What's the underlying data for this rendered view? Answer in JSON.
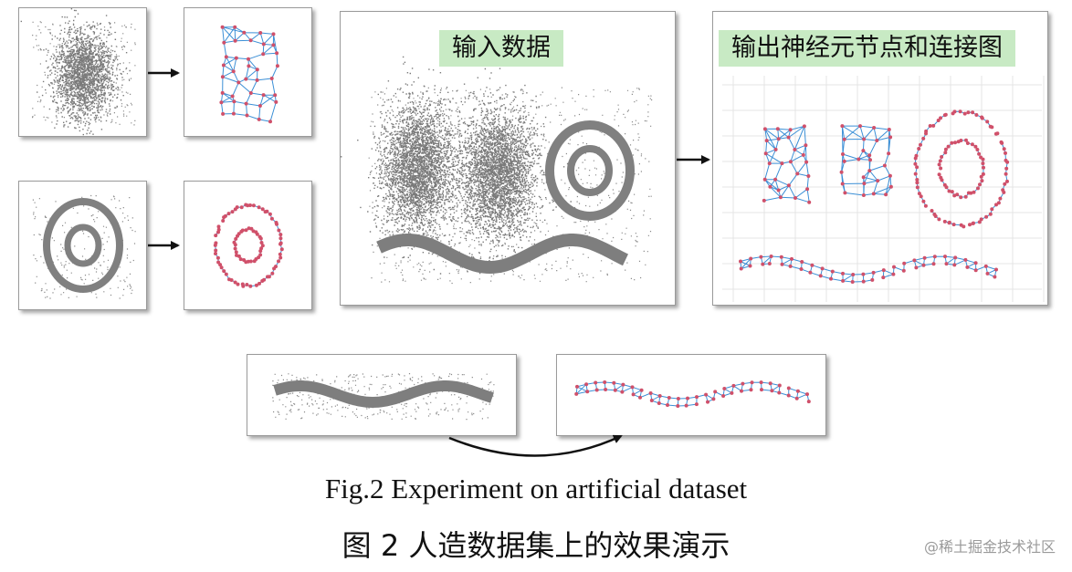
{
  "labels": {
    "input": "输入数据",
    "output": "输出神经元节点和连接图"
  },
  "caption": {
    "english": "Fig.2    Experiment on artificial dataset",
    "chinese": "图 2    人造数据集上的效果演示"
  },
  "watermark": "@稀土掘金技术社区",
  "colors": {
    "points": "#8a8a8a",
    "edges": "#3b8fd6",
    "nodes": "#d0506a",
    "label_bg": "#c8eac4"
  }
}
